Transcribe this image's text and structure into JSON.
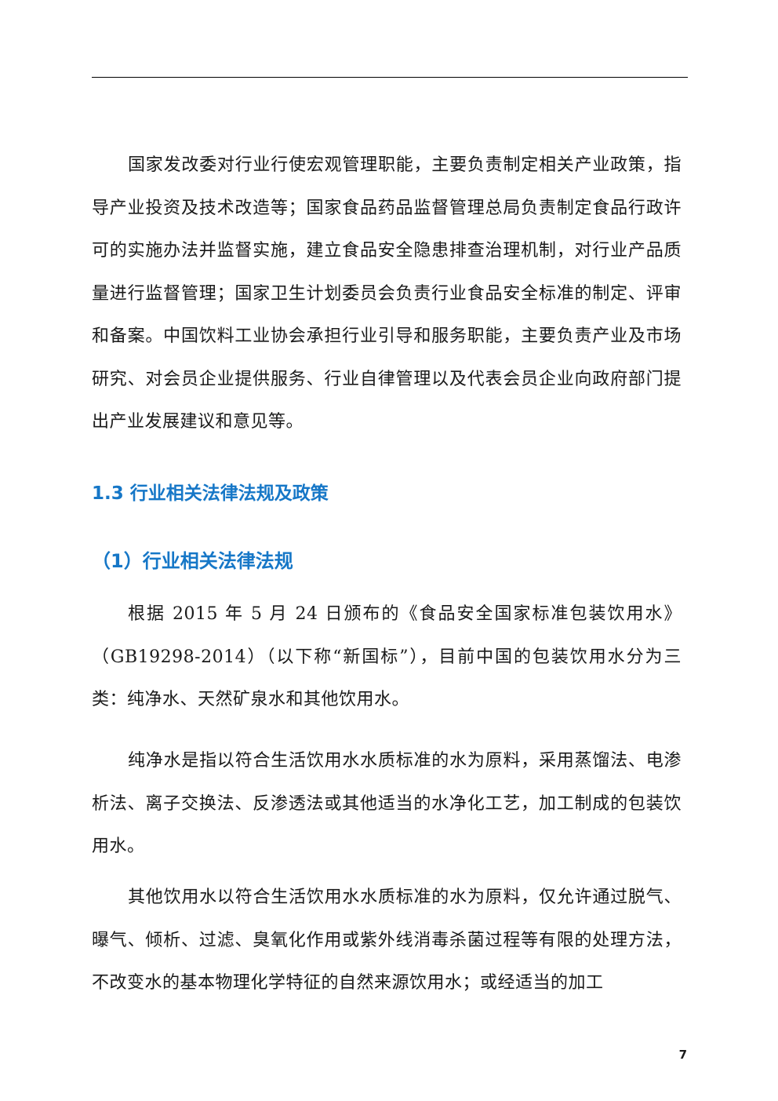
{
  "document": {
    "paragraphs": [
      "国家发改委对行业行使宏观管理职能，主要负责制定相关产业政策，指导产业投资及技术改造等；国家食品药品监督管理总局负责制定食品行政许可的实施办法并监督实施，建立食品安全隐患排查治理机制，对行业产品质量进行监督管理；国家卫生计划委员会负责行业食品安全标准的制定、评审和备案。中国饮料工业协会承担行业引导和服务职能，主要负责产业及市场研究、对会员企业提供服务、行业自律管理以及代表会员企业向政府部门提出产业发展建议和意见等。",
      "根据 2015 年 5 月 24 日颁布的《食品安全国家标准包装饮用水》（GB19298-2014）（以下称“新国标”），目前中国的包装饮用水分为三类：纯净水、天然矿泉水和其他饮用水。",
      "纯净水是指以符合生活饮用水水质标准的水为原料，采用蒸馏法、电渗析法、离子交换法、反渗透法或其他适当的水净化工艺，加工制成的包装饮用水。",
      "其他饮用水以符合生活饮用水水质标准的水为原料，仅允许通过脱气、曝气、倾析、过滤、臭氧化作用或紫外线消毒杀菌过程等有限的处理方法，不改变水的基本物理化学特征的自然来源饮用水；或经适当的加工"
    ],
    "section_heading": "1.3 行业相关法律法规及政策",
    "subsection_heading": "（1）行业相关法律法规"
  },
  "page_number": "7"
}
